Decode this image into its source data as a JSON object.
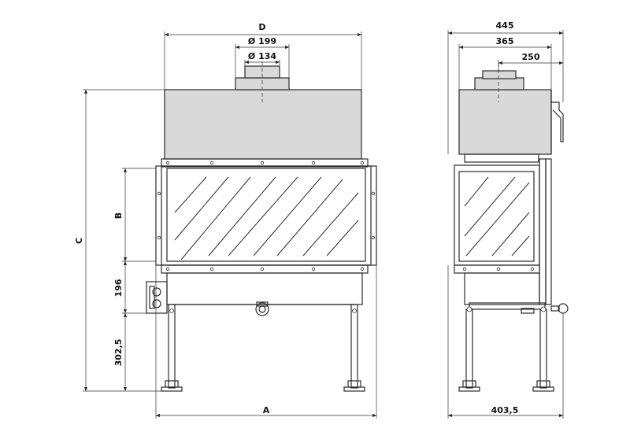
{
  "front_view": {
    "label_D": "D",
    "label_dia_outer": "Ø 199",
    "label_dia_inner": "Ø 134",
    "label_B": "B",
    "label_C": "C",
    "label_196": "196",
    "label_302": "302,5",
    "label_A": "A"
  },
  "side_view": {
    "label_445": "445",
    "label_365": "365",
    "label_250": "250",
    "label_403": "403,5"
  },
  "style": {
    "line_color": "#2b2b2b",
    "fill_color": "#d9d9d9"
  }
}
